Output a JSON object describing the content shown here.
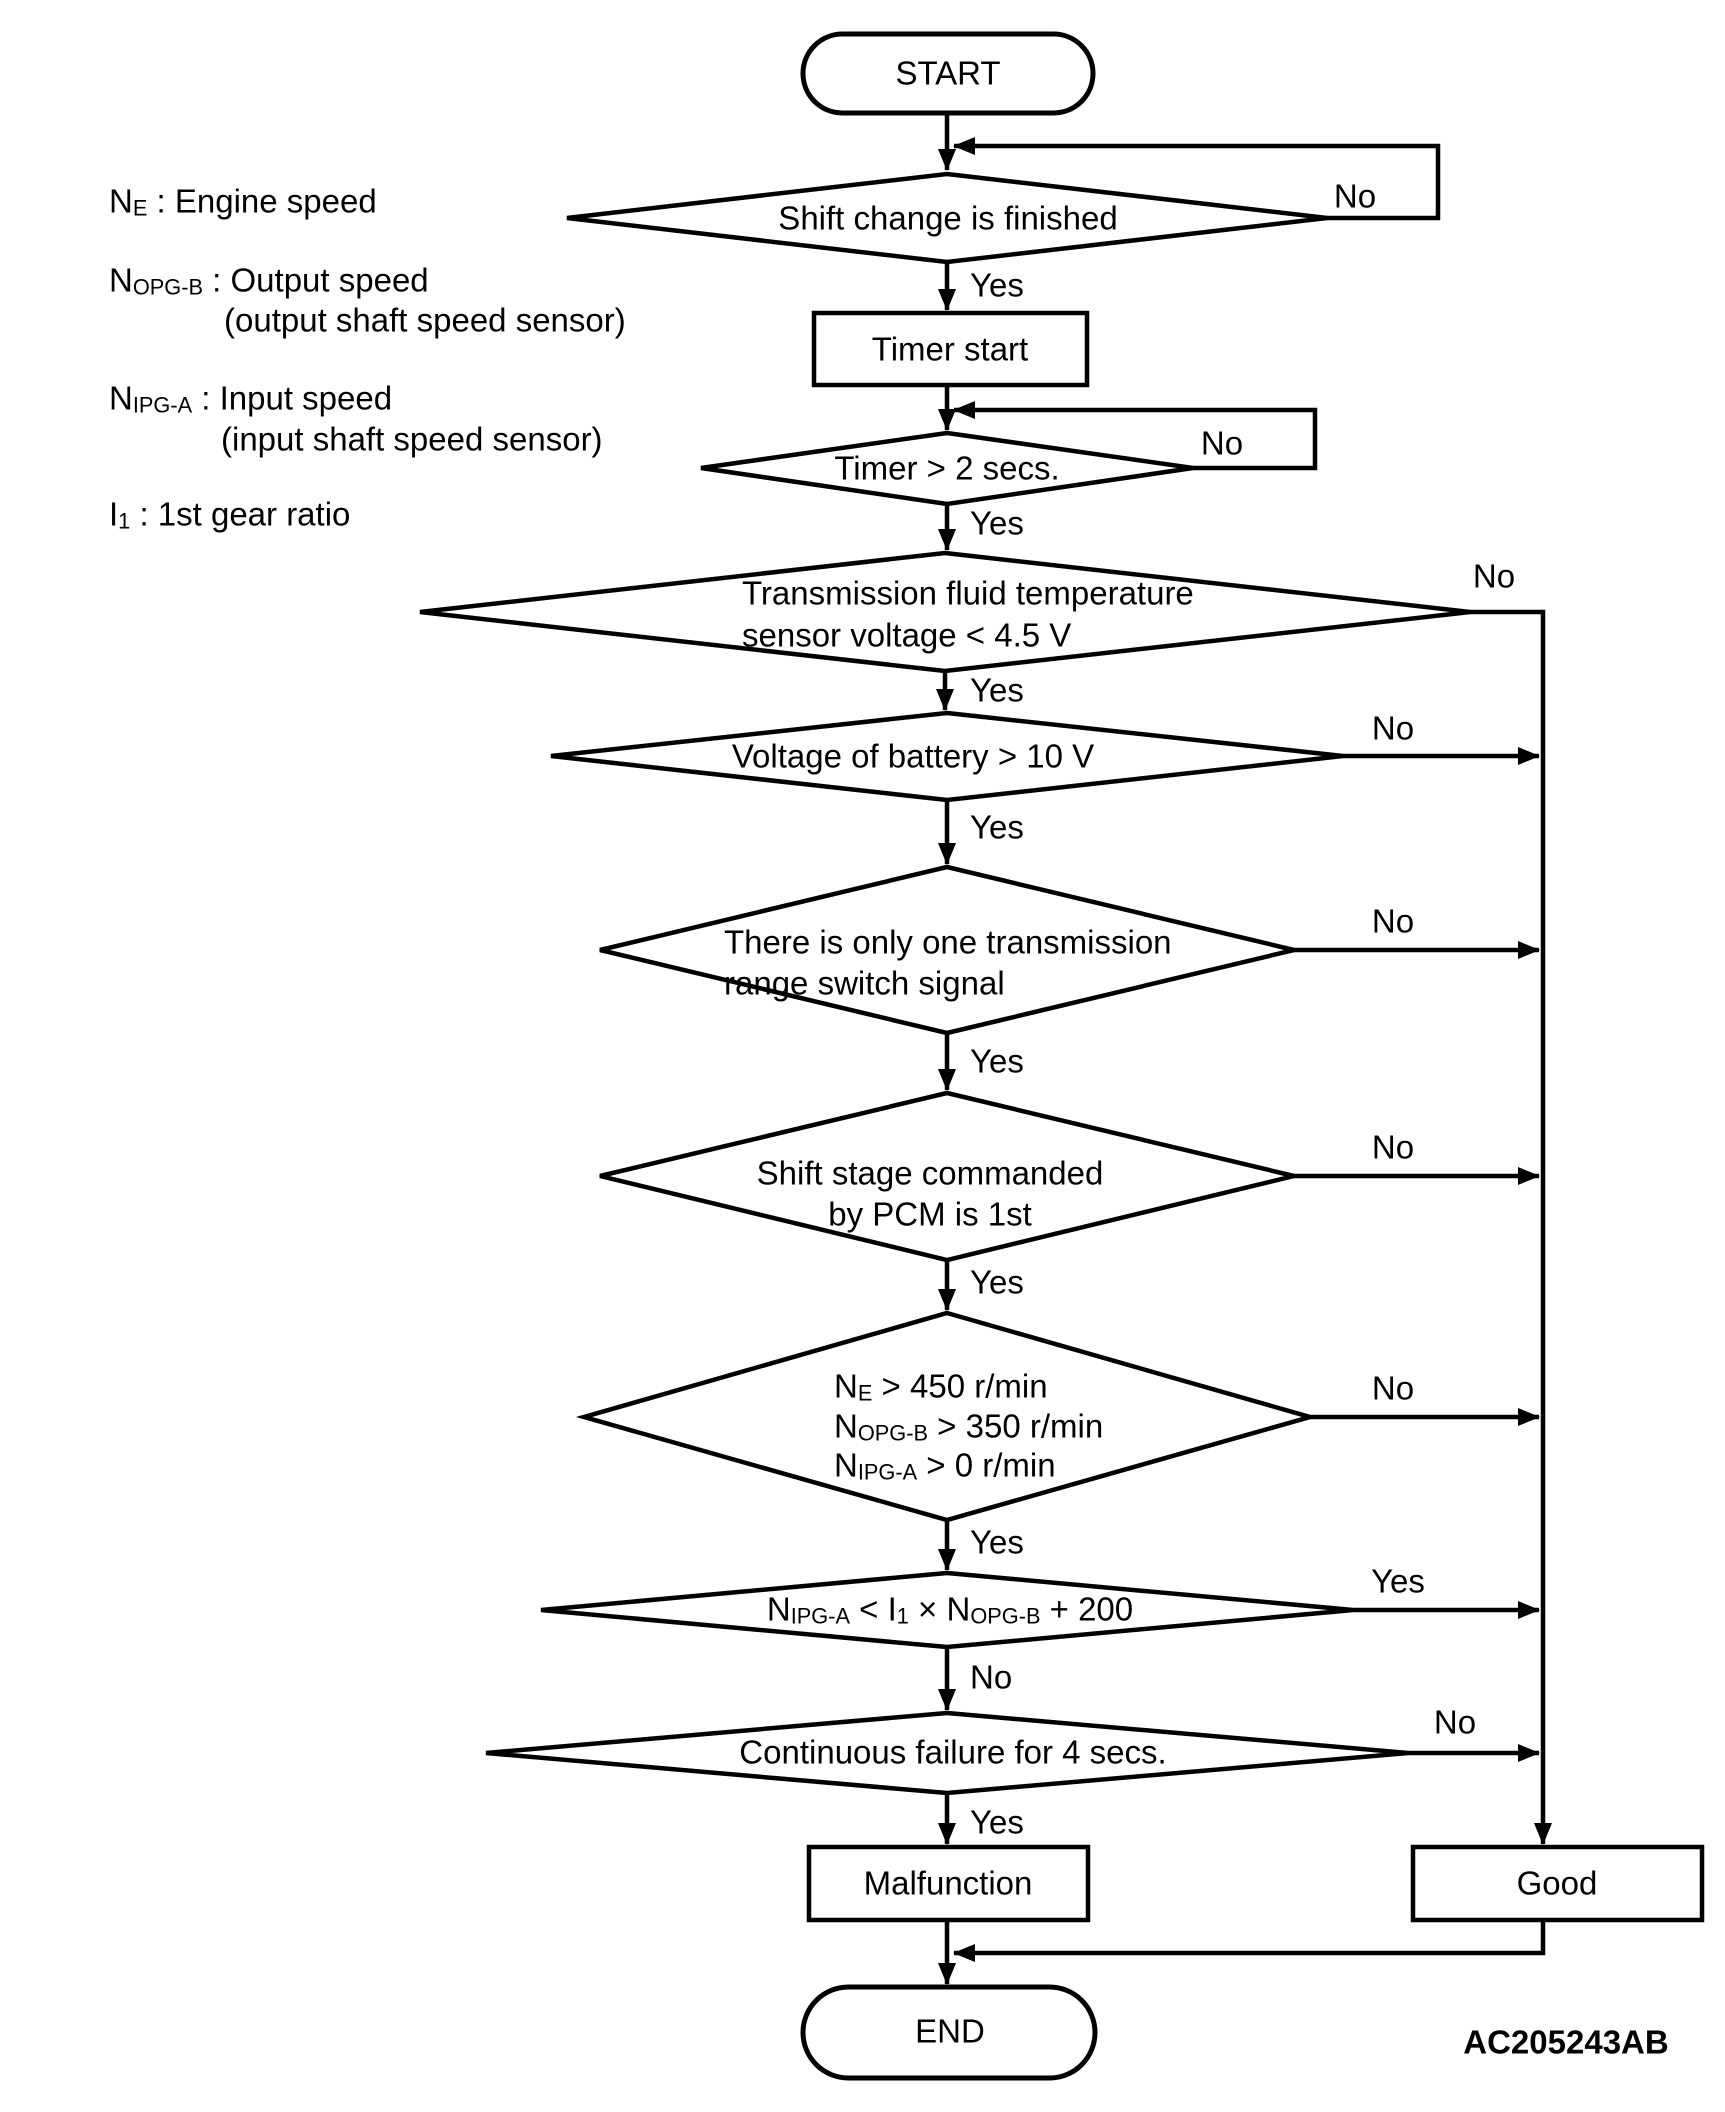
{
  "legend": {
    "items": [
      {
        "text": "N{E} : Engine speed",
        "note": ""
      },
      {
        "text": "N{OPG-B} : Output speed",
        "note": "(output shaft speed sensor)"
      },
      {
        "text": "N{IPG-A} : Input speed",
        "note": "(input shaft speed sensor)"
      },
      {
        "text": "I{1} : 1st gear ratio",
        "note": ""
      }
    ]
  },
  "nodes": {
    "start": "START",
    "shift_change": "Shift change is finished",
    "timer_start": "Timer start",
    "timer_check": "Timer > 2 secs.",
    "fluid_temp_line1": "Transmission fluid temperature",
    "fluid_temp_line2": "sensor voltage < 4.5 V",
    "battery": "Voltage of battery > 10 V",
    "range_switch_line1": "There is only one transmission",
    "range_switch_line2": "range switch signal",
    "shift_stage_line1": "Shift stage commanded",
    "shift_stage_line2": "by PCM is 1st",
    "speeds_line1": "N{E} > 450 r/min",
    "speeds_line2": "N{OPG-B} > 350 r/min",
    "speeds_line3": "N{IPG-A} > 0 r/min",
    "slip_check": "N{IPG-A} < I{1} × N{OPG-B} + 200",
    "continuous_failure": "Continuous failure for 4 secs.",
    "malfunction": "Malfunction",
    "good": "Good",
    "end": "END"
  },
  "edges": {
    "shift_change": {
      "yes": "Yes",
      "no": "No"
    },
    "timer_check": {
      "yes": "Yes",
      "no": "No"
    },
    "fluid_temp": {
      "yes": "Yes",
      "no": "No"
    },
    "battery": {
      "yes": "Yes",
      "no": "No"
    },
    "range_switch": {
      "yes": "Yes",
      "no": "No"
    },
    "shift_stage": {
      "yes": "Yes",
      "no": "No"
    },
    "speeds": {
      "yes": "Yes",
      "no": "No"
    },
    "slip_check": {
      "yes": "Yes",
      "no": "No"
    },
    "continuous_failure": {
      "yes": "Yes",
      "no": "No"
    }
  },
  "footer": {
    "figure_code": "AC205243AB"
  },
  "colors": {
    "line": "#000000",
    "background": "#ffffff"
  }
}
